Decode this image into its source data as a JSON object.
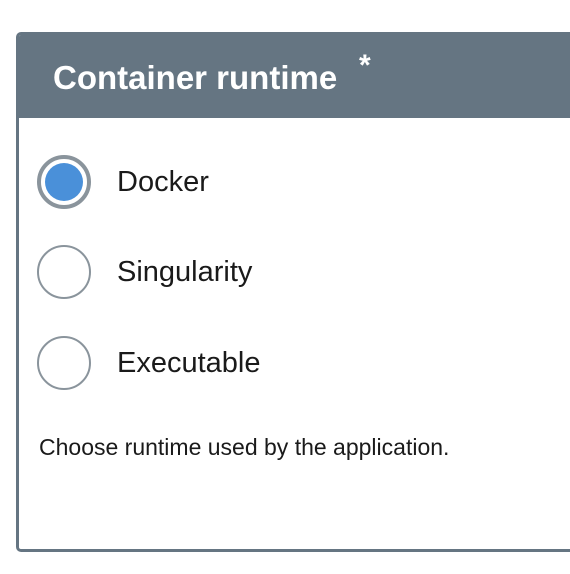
{
  "panel": {
    "title": "Container runtime",
    "required_marker": "*"
  },
  "runtime_options": [
    {
      "label": "Docker",
      "selected": true
    },
    {
      "label": "Singularity",
      "selected": false
    },
    {
      "label": "Executable",
      "selected": false
    }
  ],
  "help_text": "Choose runtime used by the application.",
  "colors": {
    "header_bg": "#657582",
    "radio_selected": "#4a90d9",
    "radio_border": "#8a949c"
  }
}
